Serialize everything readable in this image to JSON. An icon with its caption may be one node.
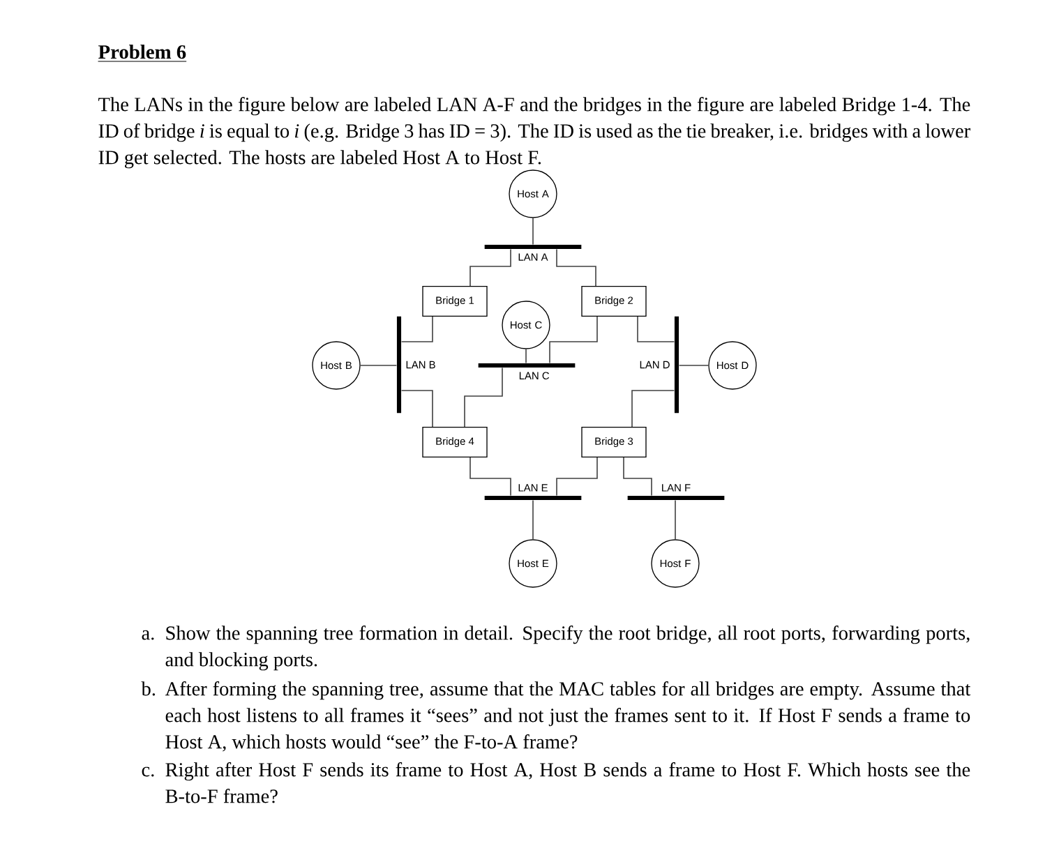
{
  "diagram": {
    "title": "Problem 6",
    "nodes": [
      {
        "text": [
          "Host A"
        ]
      },
      {
        "text": [
          "LAN A"
        ]
      },
      {
        "text": [
          "Bridge 1"
        ]
      },
      {
        "text": [
          "Bridge 2"
        ]
      },
      {
        "text": [
          "Host C"
        ]
      },
      {
        "text": [
          "Host B"
        ]
      },
      {
        "text": [
          "LAN B"
        ]
      },
      {
        "text": [
          "LAN C"
        ]
      },
      {
        "text": [
          "LAN D"
        ]
      },
      {
        "text": [
          "Host D"
        ]
      },
      {
        "text": [
          "Bridge 4"
        ]
      },
      {
        "text": [
          "Bridge 3"
        ]
      },
      {
        "text": [
          "LAN E"
        ]
      },
      {
        "text": [
          "LAN F"
        ]
      },
      {
        "text": [
          "Host E"
        ]
      },
      {
        "text": [
          "Host F"
        ]
      }
    ],
    "edges": [
      {
        "from": 0,
        "to": 1,
        "arrow": "none"
      },
      {
        "from": 1,
        "to": 2,
        "arrow": "none"
      },
      {
        "from": 1,
        "to": 3,
        "arrow": "none"
      },
      {
        "from": 2,
        "to": 6,
        "arrow": "none"
      },
      {
        "from": 3,
        "to": 7,
        "arrow": "none"
      },
      {
        "from": 3,
        "to": 8,
        "arrow": "none"
      },
      {
        "from": 4,
        "to": 7,
        "arrow": "none"
      },
      {
        "from": 5,
        "to": 6,
        "arrow": "none"
      },
      {
        "from": 8,
        "to": 9,
        "arrow": "none"
      },
      {
        "from": 6,
        "to": 10,
        "arrow": "none"
      },
      {
        "from": 7,
        "to": 10,
        "arrow": "none"
      },
      {
        "from": 8,
        "to": 11,
        "arrow": "none"
      },
      {
        "from": 10,
        "to": 12,
        "arrow": "none"
      },
      {
        "from": 11,
        "to": 12,
        "arrow": "none"
      },
      {
        "from": 11,
        "to": 13,
        "arrow": "none"
      },
      {
        "from": 12,
        "to": 14,
        "arrow": "none"
      },
      {
        "from": 13,
        "to": 15,
        "arrow": "none"
      }
    ],
    "labels": [
      "The LANs in the figure below are labeled LAN A-F and the bridges in the figure are labeled Bridge 1-4. The ID of bridge *i* is equal to *i* (e.g. Bridge 3 has ID = 3). The ID is used as the tie breaker, i.e. bridges with a lower ID get selected. The hosts are labeled Host A to Host F.",
      "a.",
      "Show the spanning tree formation in detail. Specify the root bridge, all root ports, forwarding ports, and blocking ports.",
      "b.",
      "After forming the spanning tree, assume that the MAC tables for all bridges are empty. Assume that each host listens to all frames it “sees” and not just the frames sent to it. If Host F sends a frame to Host A, which hosts would “see” the F-to-A frame?",
      "c.",
      "Right after Host F sends its frame to Host A, Host B sends a frame to Host F. Which hosts see the B-to-F frame?"
    ]
  }
}
